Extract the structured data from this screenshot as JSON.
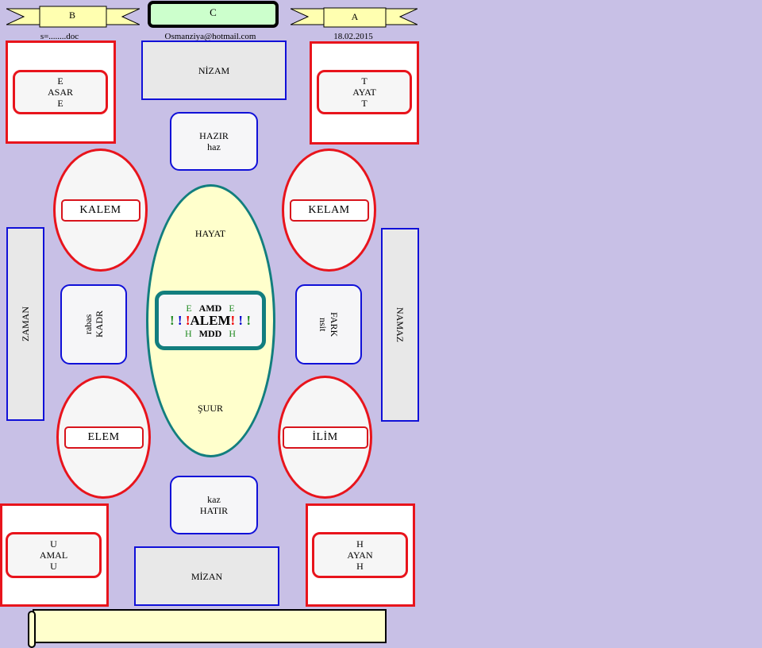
{
  "header": {
    "banner_left": "B",
    "center": "C",
    "banner_right": "A",
    "file_label": "s=........doc",
    "email": "Osmanziya@hotmail.com",
    "date": "18.02.2015"
  },
  "corners": {
    "top_left": [
      "E",
      "ASAR",
      "E"
    ],
    "top_right": [
      "T",
      "AYAT",
      "T"
    ],
    "bottom_left": [
      "U",
      "AMAL",
      "U"
    ],
    "bottom_right": [
      "H",
      "AYAN",
      "H"
    ]
  },
  "top_box": "NİZAM",
  "bottom_box": "MİZAN",
  "left_bar": "ZAMAN",
  "right_bar": "NAMAZ",
  "hazir": [
    "HAZIR",
    "haz"
  ],
  "hatir": [
    "kaz",
    "HATIR"
  ],
  "kadr": [
    "rabas",
    "KADR"
  ],
  "fark": [
    "FARK",
    "nsit"
  ],
  "ovals": {
    "kalem": "KALEM",
    "kelam": "KELAM",
    "elem": "ELEM",
    "ilim": "İLİM"
  },
  "center": {
    "top": "HAYAT",
    "bottom": "ŞUUR",
    "e": "E",
    "amd": "AMD",
    "alem": "ALEM",
    "h": "H",
    "mdd": "MDD",
    "excl": "!"
  },
  "colors": {
    "background": "#c8c0e6",
    "red": "#e8141c",
    "blue": "#1010d8",
    "teal": "#127e7e"
  }
}
